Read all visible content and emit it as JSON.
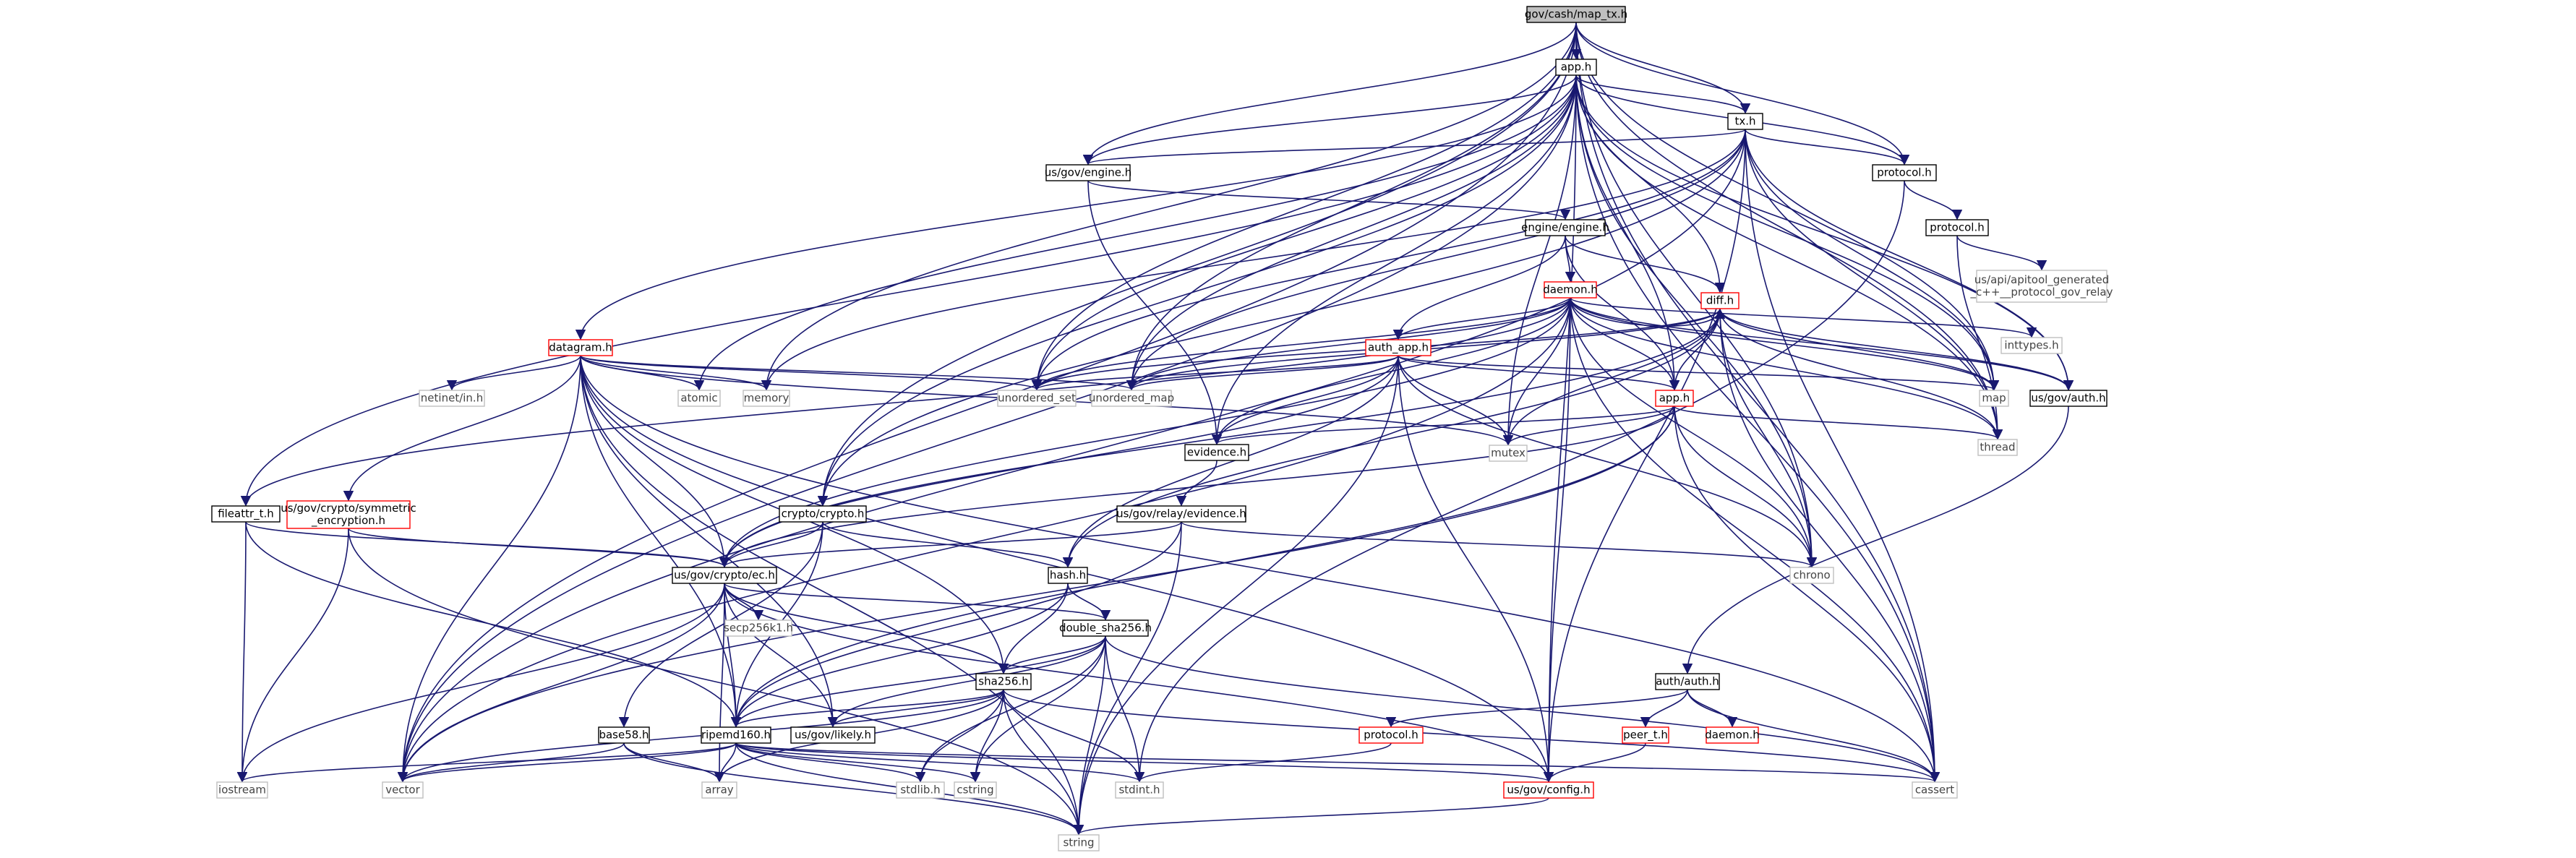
{
  "colors": {
    "edge": "#191970",
    "root_fill": "#bfbfbf",
    "node_border": "#000000",
    "red_border": "#ff0000",
    "grey_border": "#bfbfbf"
  },
  "nodes": [
    {
      "id": "root",
      "lines": [
        "gov/cash/map_tx.h"
      ],
      "style": "root"
    },
    {
      "id": "app_h_top",
      "lines": [
        "app.h"
      ],
      "style": "normal"
    },
    {
      "id": "tx_h",
      "lines": [
        "tx.h"
      ],
      "style": "normal"
    },
    {
      "id": "us_gov_engine_h",
      "lines": [
        "us/gov/engine.h"
      ],
      "style": "normal"
    },
    {
      "id": "protocol_h_a",
      "lines": [
        "protocol.h"
      ],
      "style": "normal"
    },
    {
      "id": "protocol_h_b",
      "lines": [
        "protocol.h"
      ],
      "style": "normal"
    },
    {
      "id": "apitool",
      "lines": [
        "us/api/apitool_generated",
        "_c++__protocol_gov_relay"
      ],
      "style": "grey"
    },
    {
      "id": "engine_engine_h",
      "lines": [
        "engine/engine.h"
      ],
      "style": "normal"
    },
    {
      "id": "daemon_h",
      "lines": [
        "daemon.h"
      ],
      "style": "red"
    },
    {
      "id": "inttypes_h",
      "lines": [
        "inttypes.h"
      ],
      "style": "grey"
    },
    {
      "id": "diff_h",
      "lines": [
        "diff.h"
      ],
      "style": "red"
    },
    {
      "id": "auth_app_h",
      "lines": [
        "auth_app.h"
      ],
      "style": "red"
    },
    {
      "id": "datagram_h",
      "lines": [
        "datagram.h"
      ],
      "style": "red"
    },
    {
      "id": "netinet_in_h",
      "lines": [
        "netinet/in.h"
      ],
      "style": "grey"
    },
    {
      "id": "atomic",
      "lines": [
        "atomic"
      ],
      "style": "grey"
    },
    {
      "id": "memory",
      "lines": [
        "memory"
      ],
      "style": "grey"
    },
    {
      "id": "unordered_set",
      "lines": [
        "unordered_set"
      ],
      "style": "grey"
    },
    {
      "id": "unordered_map",
      "lines": [
        "unordered_map"
      ],
      "style": "grey"
    },
    {
      "id": "map",
      "lines": [
        "map"
      ],
      "style": "grey"
    },
    {
      "id": "us_gov_auth_h",
      "lines": [
        "us/gov/auth.h"
      ],
      "style": "normal"
    },
    {
      "id": "app_h_red",
      "lines": [
        "app.h"
      ],
      "style": "red"
    },
    {
      "id": "thread",
      "lines": [
        "thread"
      ],
      "style": "grey"
    },
    {
      "id": "mutex",
      "lines": [
        "mutex"
      ],
      "style": "grey"
    },
    {
      "id": "evidence_h",
      "lines": [
        "evidence.h"
      ],
      "style": "normal"
    },
    {
      "id": "fileattr_t_h",
      "lines": [
        "fileattr_t.h"
      ],
      "style": "normal"
    },
    {
      "id": "symmetric_enc_h",
      "lines": [
        "us/gov/crypto/symmetric",
        "_encryption.h"
      ],
      "style": "red"
    },
    {
      "id": "crypto_crypto_h",
      "lines": [
        "crypto/crypto.h"
      ],
      "style": "normal"
    },
    {
      "id": "relay_evidence_h",
      "lines": [
        "us/gov/relay/evidence.h"
      ],
      "style": "normal"
    },
    {
      "id": "chrono",
      "lines": [
        "chrono"
      ],
      "style": "grey"
    },
    {
      "id": "hash_h",
      "lines": [
        "hash.h"
      ],
      "style": "normal"
    },
    {
      "id": "us_gov_crypto_ec_h",
      "lines": [
        "us/gov/crypto/ec.h"
      ],
      "style": "normal"
    },
    {
      "id": "secp256k1_h",
      "lines": [
        "secp256k1.h"
      ],
      "style": "grey"
    },
    {
      "id": "double_sha256_h",
      "lines": [
        "double_sha256.h"
      ],
      "style": "normal"
    },
    {
      "id": "sha256_h",
      "lines": [
        "sha256.h"
      ],
      "style": "normal"
    },
    {
      "id": "auth_auth_h",
      "lines": [
        "auth/auth.h"
      ],
      "style": "normal"
    },
    {
      "id": "base58_h",
      "lines": [
        "base58.h"
      ],
      "style": "normal"
    },
    {
      "id": "ripemd160_h",
      "lines": [
        "ripemd160.h"
      ],
      "style": "normal"
    },
    {
      "id": "us_gov_likely_h",
      "lines": [
        "us/gov/likely.h"
      ],
      "style": "normal"
    },
    {
      "id": "protocol_h_red",
      "lines": [
        "protocol.h"
      ],
      "style": "red"
    },
    {
      "id": "peer_t_h",
      "lines": [
        "peer_t.h"
      ],
      "style": "red"
    },
    {
      "id": "daemon_h_small",
      "lines": [
        "daemon.h"
      ],
      "style": "red"
    },
    {
      "id": "iostream",
      "lines": [
        "iostream"
      ],
      "style": "grey"
    },
    {
      "id": "vector",
      "lines": [
        "vector"
      ],
      "style": "grey"
    },
    {
      "id": "array",
      "lines": [
        "array"
      ],
      "style": "grey"
    },
    {
      "id": "stdlib_h",
      "lines": [
        "stdlib.h"
      ],
      "style": "grey"
    },
    {
      "id": "cstring",
      "lines": [
        "cstring"
      ],
      "style": "grey"
    },
    {
      "id": "stdint_h",
      "lines": [
        "stdint.h"
      ],
      "style": "grey"
    },
    {
      "id": "us_gov_config_h",
      "lines": [
        "us/gov/config.h"
      ],
      "style": "red"
    },
    {
      "id": "cassert",
      "lines": [
        "cassert"
      ],
      "style": "grey"
    },
    {
      "id": "string",
      "lines": [
        "string"
      ],
      "style": "grey"
    }
  ],
  "edges": [
    [
      "root",
      "app_h_top"
    ],
    [
      "root",
      "tx_h"
    ],
    [
      "root",
      "us_gov_engine_h"
    ],
    [
      "root",
      "protocol_h_a"
    ],
    [
      "root",
      "unordered_set"
    ],
    [
      "root",
      "unordered_map"
    ],
    [
      "root",
      "memory"
    ],
    [
      "root",
      "crypto_crypto_h"
    ],
    [
      "root",
      "vector"
    ],
    [
      "root",
      "map"
    ],
    [
      "root",
      "thread"
    ],
    [
      "root",
      "chrono"
    ],
    [
      "root",
      "cassert"
    ],
    [
      "app_h_top",
      "tx_h"
    ],
    [
      "app_h_top",
      "us_gov_engine_h"
    ],
    [
      "app_h_top",
      "protocol_h_a"
    ],
    [
      "app_h_top",
      "datagram_h"
    ],
    [
      "app_h_top",
      "fileattr_t_h"
    ],
    [
      "app_h_top",
      "crypto_crypto_h"
    ],
    [
      "app_h_top",
      "evidence_h"
    ],
    [
      "app_h_top",
      "atomic"
    ],
    [
      "app_h_top",
      "unordered_set"
    ],
    [
      "app_h_top",
      "unordered_map"
    ],
    [
      "app_h_top",
      "vector"
    ],
    [
      "app_h_top",
      "mutex"
    ],
    [
      "app_h_top",
      "diff_h"
    ],
    [
      "app_h_top",
      "app_h_red"
    ],
    [
      "app_h_top",
      "map"
    ],
    [
      "app_h_top",
      "us_gov_auth_h"
    ],
    [
      "app_h_top",
      "thread"
    ],
    [
      "app_h_top",
      "chrono"
    ],
    [
      "app_h_top",
      "cassert"
    ],
    [
      "app_h_top",
      "us_gov_config_h"
    ],
    [
      "tx_h",
      "us_gov_engine_h"
    ],
    [
      "tx_h",
      "protocol_h_a"
    ],
    [
      "tx_h",
      "memory"
    ],
    [
      "tx_h",
      "crypto_crypto_h"
    ],
    [
      "tx_h",
      "unordered_set"
    ],
    [
      "tx_h",
      "unordered_map"
    ],
    [
      "tx_h",
      "vector"
    ],
    [
      "tx_h",
      "map"
    ],
    [
      "tx_h",
      "us_gov_auth_h"
    ],
    [
      "tx_h",
      "thread"
    ],
    [
      "tx_h",
      "cassert"
    ],
    [
      "tx_h",
      "us_gov_config_h"
    ],
    [
      "us_gov_engine_h",
      "engine_engine_h"
    ],
    [
      "us_gov_engine_h",
      "evidence_h"
    ],
    [
      "protocol_h_a",
      "protocol_h_b"
    ],
    [
      "protocol_h_a",
      "stdint_h"
    ],
    [
      "protocol_h_b",
      "apitool"
    ],
    [
      "protocol_h_b",
      "thread"
    ],
    [
      "engine_engine_h",
      "daemon_h"
    ],
    [
      "engine_engine_h",
      "diff_h"
    ],
    [
      "engine_engine_h",
      "app_h_red"
    ],
    [
      "engine_engine_h",
      "auth_app_h"
    ],
    [
      "daemon_h",
      "inttypes_h"
    ],
    [
      "daemon_h",
      "diff_h"
    ],
    [
      "daemon_h",
      "auth_app_h"
    ],
    [
      "daemon_h",
      "unordered_set"
    ],
    [
      "daemon_h",
      "unordered_map"
    ],
    [
      "daemon_h",
      "map"
    ],
    [
      "daemon_h",
      "us_gov_auth_h"
    ],
    [
      "daemon_h",
      "app_h_red"
    ],
    [
      "daemon_h",
      "thread"
    ],
    [
      "daemon_h",
      "mutex"
    ],
    [
      "daemon_h",
      "evidence_h"
    ],
    [
      "daemon_h",
      "fileattr_t_h"
    ],
    [
      "daemon_h",
      "vector"
    ],
    [
      "daemon_h",
      "chrono"
    ],
    [
      "daemon_h",
      "cassert"
    ],
    [
      "daemon_h",
      "us_gov_config_h"
    ],
    [
      "daemon_h",
      "us_gov_crypto_ec_h"
    ],
    [
      "diff_h",
      "unordered_set"
    ],
    [
      "diff_h",
      "unordered_map"
    ],
    [
      "diff_h",
      "map"
    ],
    [
      "diff_h",
      "us_gov_auth_h"
    ],
    [
      "diff_h",
      "app_h_red"
    ],
    [
      "diff_h",
      "thread"
    ],
    [
      "diff_h",
      "mutex"
    ],
    [
      "diff_h",
      "chrono"
    ],
    [
      "diff_h",
      "cassert"
    ],
    [
      "diff_h",
      "hash_h"
    ],
    [
      "diff_h",
      "us_gov_crypto_ec_h"
    ],
    [
      "auth_app_h",
      "unordered_set"
    ],
    [
      "auth_app_h",
      "unordered_map"
    ],
    [
      "auth_app_h",
      "map"
    ],
    [
      "auth_app_h",
      "app_h_red"
    ],
    [
      "auth_app_h",
      "mutex"
    ],
    [
      "auth_app_h",
      "evidence_h"
    ],
    [
      "auth_app_h",
      "hash_h"
    ],
    [
      "auth_app_h",
      "us_gov_crypto_ec_h"
    ],
    [
      "auth_app_h",
      "string"
    ],
    [
      "auth_app_h",
      "chrono"
    ],
    [
      "auth_app_h",
      "us_gov_config_h"
    ],
    [
      "datagram_h",
      "netinet_in_h"
    ],
    [
      "datagram_h",
      "atomic"
    ],
    [
      "datagram_h",
      "memory"
    ],
    [
      "datagram_h",
      "unordered_set"
    ],
    [
      "datagram_h",
      "unordered_map"
    ],
    [
      "datagram_h",
      "mutex"
    ],
    [
      "datagram_h",
      "symmetric_enc_h"
    ],
    [
      "datagram_h",
      "us_gov_crypto_ec_h"
    ],
    [
      "datagram_h",
      "sha256_h"
    ],
    [
      "datagram_h",
      "ripemd160_h"
    ],
    [
      "datagram_h",
      "us_gov_likely_h"
    ],
    [
      "datagram_h",
      "vector"
    ],
    [
      "datagram_h",
      "string"
    ],
    [
      "datagram_h",
      "cassert"
    ],
    [
      "datagram_h",
      "us_gov_config_h"
    ],
    [
      "us_gov_auth_h",
      "auth_auth_h"
    ],
    [
      "app_h_red",
      "mutex"
    ],
    [
      "app_h_red",
      "thread"
    ],
    [
      "app_h_red",
      "chrono"
    ],
    [
      "app_h_red",
      "cassert"
    ],
    [
      "app_h_red",
      "evidence_h"
    ],
    [
      "app_h_red",
      "us_gov_crypto_ec_h"
    ],
    [
      "app_h_red",
      "vector"
    ],
    [
      "app_h_red",
      "ripemd160_h"
    ],
    [
      "evidence_h",
      "relay_evidence_h"
    ],
    [
      "fileattr_t_h",
      "us_gov_crypto_ec_h"
    ],
    [
      "fileattr_t_h",
      "ripemd160_h"
    ],
    [
      "fileattr_t_h",
      "iostream"
    ],
    [
      "symmetric_enc_h",
      "us_gov_crypto_ec_h"
    ],
    [
      "symmetric_enc_h",
      "iostream"
    ],
    [
      "symmetric_enc_h",
      "string"
    ],
    [
      "crypto_crypto_h",
      "us_gov_crypto_ec_h"
    ],
    [
      "crypto_crypto_h",
      "hash_h"
    ],
    [
      "crypto_crypto_h",
      "base58_h"
    ],
    [
      "crypto_crypto_h",
      "ripemd160_h"
    ],
    [
      "relay_evidence_h",
      "us_gov_crypto_ec_h"
    ],
    [
      "relay_evidence_h",
      "chrono"
    ],
    [
      "relay_evidence_h",
      "ripemd160_h"
    ],
    [
      "relay_evidence_h",
      "string"
    ],
    [
      "hash_h",
      "double_sha256_h"
    ],
    [
      "hash_h",
      "sha256_h"
    ],
    [
      "hash_h",
      "ripemd160_h"
    ],
    [
      "us_gov_crypto_ec_h",
      "secp256k1_h"
    ],
    [
      "us_gov_crypto_ec_h",
      "double_sha256_h"
    ],
    [
      "us_gov_crypto_ec_h",
      "sha256_h"
    ],
    [
      "us_gov_crypto_ec_h",
      "ripemd160_h"
    ],
    [
      "us_gov_crypto_ec_h",
      "us_gov_likely_h"
    ],
    [
      "us_gov_crypto_ec_h",
      "iostream"
    ],
    [
      "us_gov_crypto_ec_h",
      "vector"
    ],
    [
      "us_gov_crypto_ec_h",
      "array"
    ],
    [
      "us_gov_crypto_ec_h",
      "us_gov_config_h"
    ],
    [
      "double_sha256_h",
      "sha256_h"
    ],
    [
      "double_sha256_h",
      "ripemd160_h"
    ],
    [
      "double_sha256_h",
      "us_gov_likely_h"
    ],
    [
      "double_sha256_h",
      "stdlib_h"
    ],
    [
      "double_sha256_h",
      "cstring"
    ],
    [
      "double_sha256_h",
      "stdint_h"
    ],
    [
      "double_sha256_h",
      "string"
    ],
    [
      "double_sha256_h",
      "cassert"
    ],
    [
      "sha256_h",
      "ripemd160_h"
    ],
    [
      "sha256_h",
      "us_gov_likely_h"
    ],
    [
      "sha256_h",
      "array"
    ],
    [
      "sha256_h",
      "stdlib_h"
    ],
    [
      "sha256_h",
      "cstring"
    ],
    [
      "sha256_h",
      "stdint_h"
    ],
    [
      "sha256_h",
      "string"
    ],
    [
      "sha256_h",
      "vector"
    ],
    [
      "sha256_h",
      "cassert"
    ],
    [
      "auth_auth_h",
      "protocol_h_red"
    ],
    [
      "auth_auth_h",
      "peer_t_h"
    ],
    [
      "auth_auth_h",
      "daemon_h_small"
    ],
    [
      "auth_auth_h",
      "cassert"
    ],
    [
      "base58_h",
      "vector"
    ],
    [
      "base58_h",
      "array"
    ],
    [
      "base58_h",
      "string"
    ],
    [
      "ripemd160_h",
      "iostream"
    ],
    [
      "ripemd160_h",
      "vector"
    ],
    [
      "ripemd160_h",
      "array"
    ],
    [
      "ripemd160_h",
      "stdlib_h"
    ],
    [
      "ripemd160_h",
      "cstring"
    ],
    [
      "ripemd160_h",
      "stdint_h"
    ],
    [
      "ripemd160_h",
      "string"
    ],
    [
      "ripemd160_h",
      "us_gov_config_h"
    ],
    [
      "ripemd160_h",
      "cassert"
    ],
    [
      "protocol_h_red",
      "stdint_h"
    ],
    [
      "peer_t_h",
      "us_gov_config_h"
    ],
    [
      "us_gov_config_h",
      "string"
    ]
  ]
}
